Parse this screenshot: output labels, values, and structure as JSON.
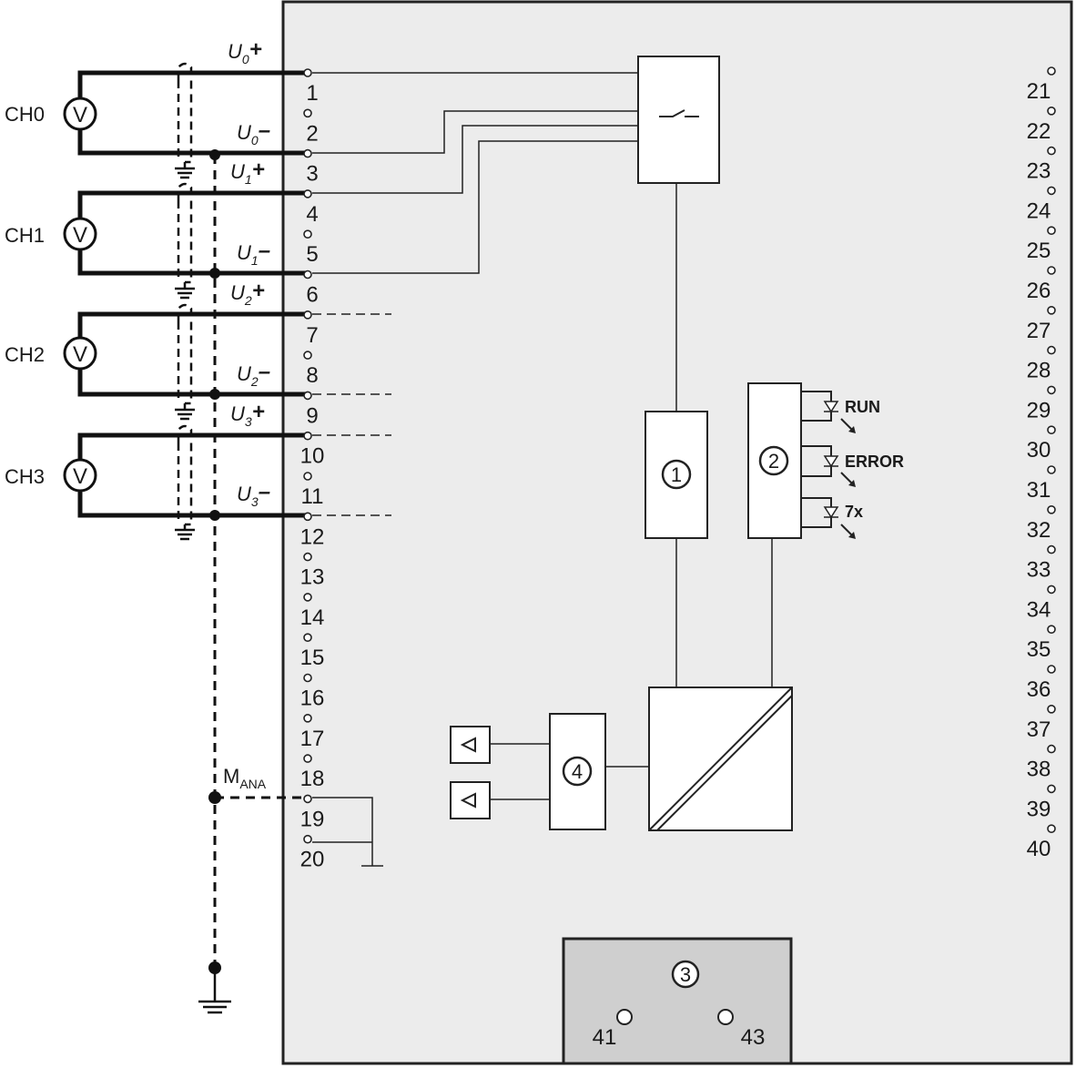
{
  "channels": [
    {
      "label": "CH0",
      "meter": "V",
      "pos_sig": "U",
      "pos_sub": "0",
      "pos_sign": "+",
      "neg_sig": "U",
      "neg_sub": "0",
      "neg_sign": "–"
    },
    {
      "label": "CH1",
      "meter": "V",
      "pos_sig": "U",
      "pos_sub": "1",
      "pos_sign": "+",
      "neg_sig": "U",
      "neg_sub": "1",
      "neg_sign": "–"
    },
    {
      "label": "CH2",
      "meter": "V",
      "pos_sig": "U",
      "pos_sub": "2",
      "pos_sign": "+",
      "neg_sig": "U",
      "neg_sub": "2",
      "neg_sign": "–"
    },
    {
      "label": "CH3",
      "meter": "V",
      "pos_sig": "U",
      "pos_sub": "3",
      "pos_sign": "+",
      "neg_sig": "U",
      "neg_sub": "3",
      "neg_sign": "–"
    }
  ],
  "left_pins": [
    "1",
    "2",
    "3",
    "4",
    "5",
    "6",
    "7",
    "8",
    "9",
    "10",
    "11",
    "12",
    "13",
    "14",
    "15",
    "16",
    "17",
    "18",
    "19",
    "20"
  ],
  "right_pins": [
    "21",
    "22",
    "23",
    "24",
    "25",
    "26",
    "27",
    "28",
    "29",
    "30",
    "31",
    "32",
    "33",
    "34",
    "35",
    "36",
    "37",
    "38",
    "39",
    "40"
  ],
  "mana": {
    "main": "M",
    "sub": "ANA"
  },
  "blocks": {
    "b1": "1",
    "b2": "2",
    "b3": "3",
    "b4": "4"
  },
  "leds": [
    "RUN",
    "ERROR",
    "7x"
  ],
  "bottom_pins": {
    "left": "41",
    "right": "43"
  }
}
